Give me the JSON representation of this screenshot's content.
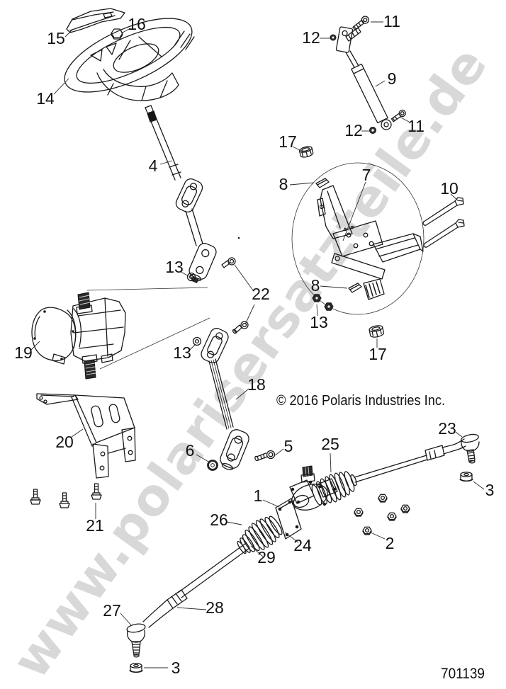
{
  "watermark": "www.polarisersatzteile.de",
  "copyright": "© 2016 Polaris Industries Inc.",
  "diagram_number": "701139",
  "callouts": {
    "1": "1",
    "2": "2",
    "3": "3",
    "4": "4",
    "5": "5",
    "6": "6",
    "7": "7",
    "8": "8",
    "9": "9",
    "10": "10",
    "11": "11",
    "12": "12",
    "13": "13",
    "14": "14",
    "15": "15",
    "16": "16",
    "17": "17",
    "18": "18",
    "19": "19",
    "20": "20",
    "21": "21",
    "22": "22",
    "23": "23",
    "24": "24",
    "25": "25",
    "26": "26",
    "27": "27",
    "28": "28",
    "29": "29"
  }
}
